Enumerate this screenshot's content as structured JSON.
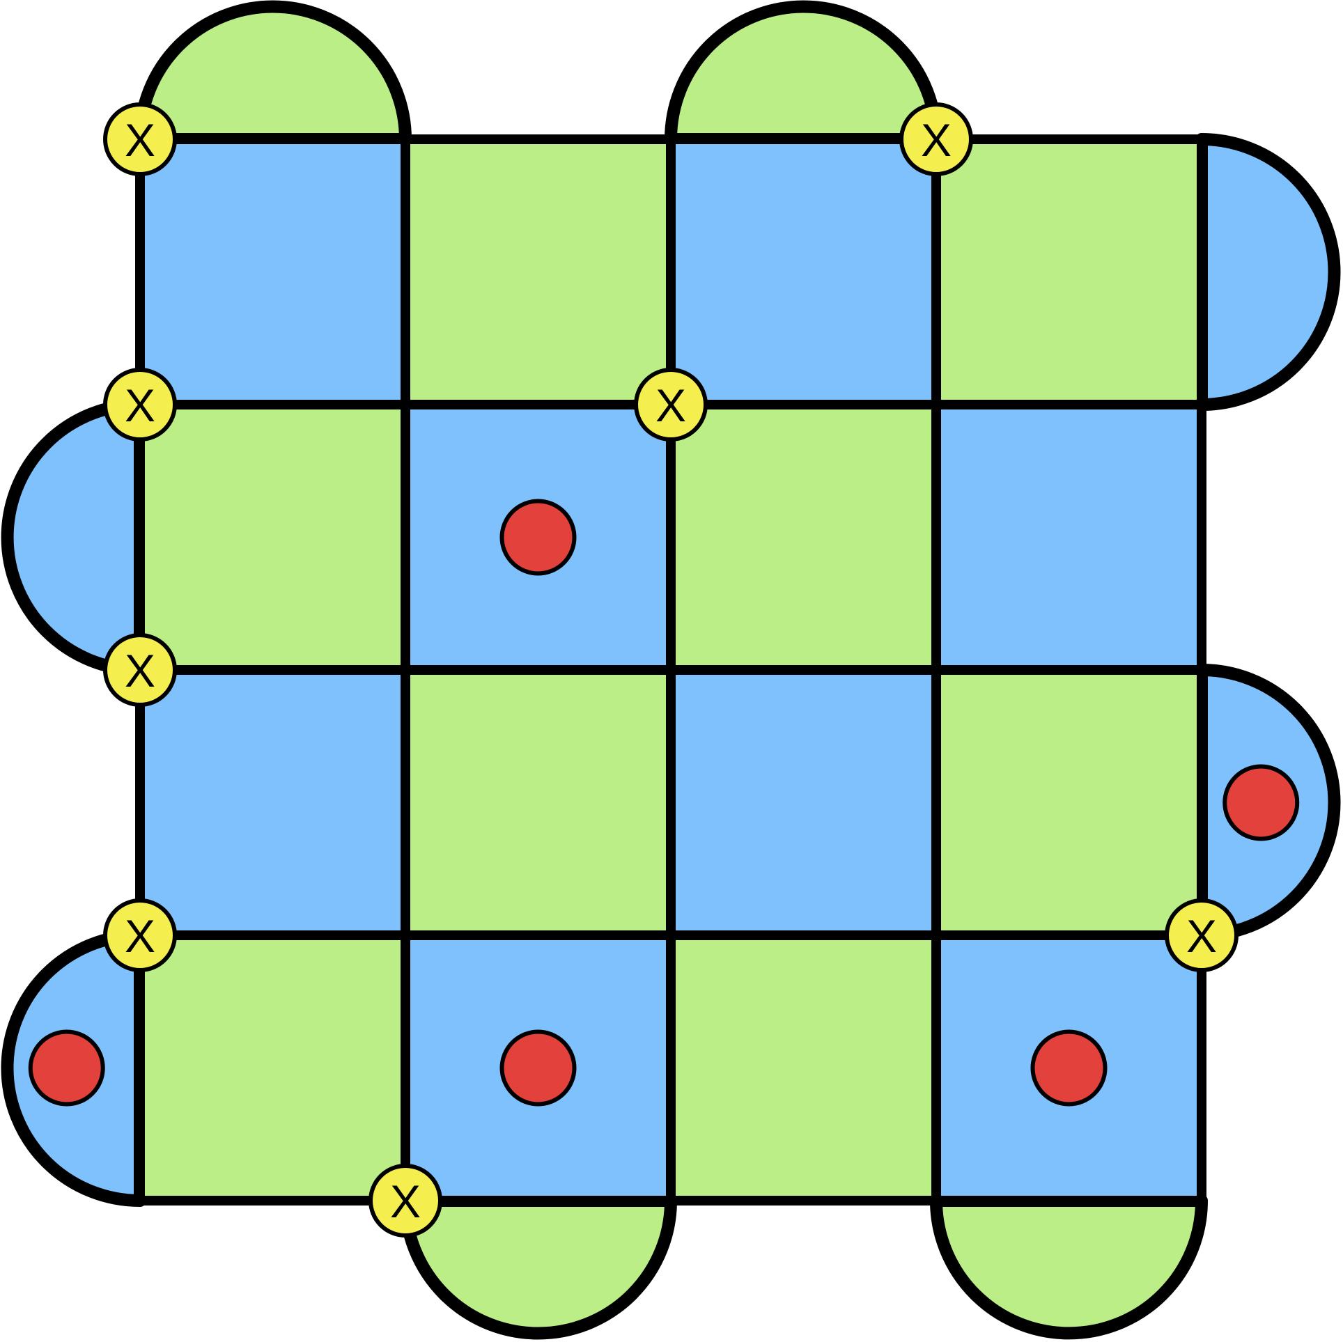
{
  "colors": {
    "blue": "#7fc1fd",
    "green": "#bbee87",
    "yellow": "#f5ee4f",
    "red": "#e2423b",
    "outline": "#000000"
  },
  "grid": {
    "rows": 4,
    "cols": 4,
    "cells": [
      [
        "blue",
        "green",
        "blue",
        "green"
      ],
      [
        "green",
        "blue",
        "green",
        "blue"
      ],
      [
        "blue",
        "green",
        "blue",
        "green"
      ],
      [
        "green",
        "blue",
        "green",
        "blue"
      ]
    ]
  },
  "half_discs": [
    {
      "side": "top",
      "index": 0,
      "color": "green"
    },
    {
      "side": "top",
      "index": 2,
      "color": "green"
    },
    {
      "side": "right",
      "index": 0,
      "color": "blue"
    },
    {
      "side": "right",
      "index": 2,
      "color": "blue"
    },
    {
      "side": "left",
      "index": 1,
      "color": "blue"
    },
    {
      "side": "left",
      "index": 3,
      "color": "blue"
    },
    {
      "side": "bottom",
      "index": 1,
      "color": "green"
    },
    {
      "side": "bottom",
      "index": 3,
      "color": "green"
    }
  ],
  "marker_label": "X",
  "x_markers": [
    {
      "row": 0,
      "col": 0
    },
    {
      "row": 0,
      "col": 3
    },
    {
      "row": 1,
      "col": 0
    },
    {
      "row": 1,
      "col": 2
    },
    {
      "row": 2,
      "col": 0
    },
    {
      "row": 3,
      "col": 0
    },
    {
      "row": 3,
      "col": 4
    },
    {
      "row": 4,
      "col": 1
    }
  ],
  "red_dots": [
    {
      "region": "cell",
      "row": 1,
      "col": 1
    },
    {
      "region": "cell",
      "row": 3,
      "col": 1
    },
    {
      "region": "cell",
      "row": 3,
      "col": 3
    },
    {
      "region": "half-disc",
      "side": "right",
      "index": 2
    },
    {
      "region": "half-disc",
      "side": "left",
      "index": 3
    }
  ]
}
